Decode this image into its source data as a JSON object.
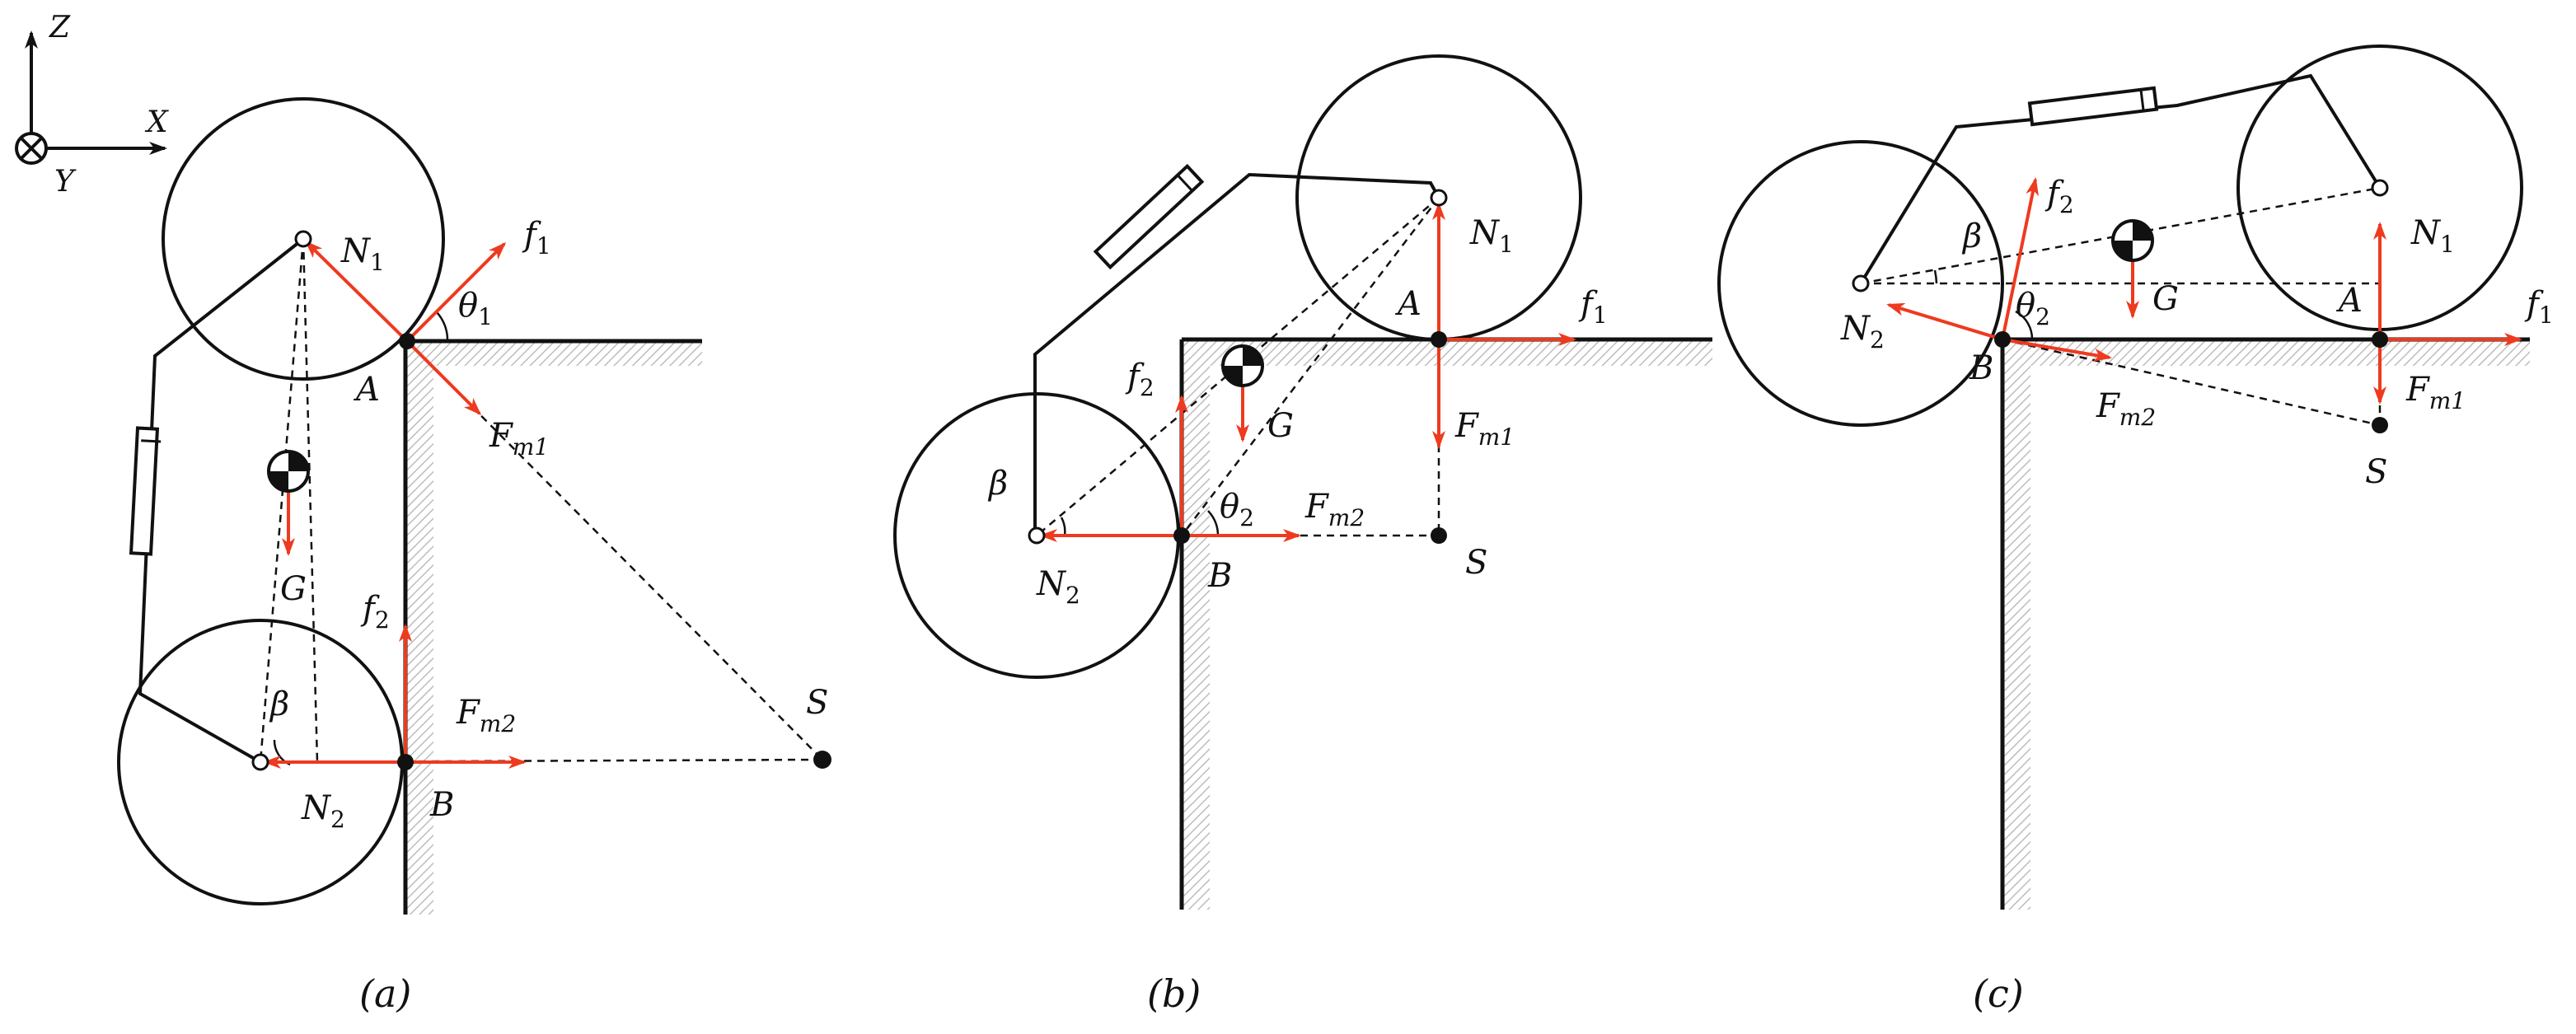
{
  "colors": {
    "force": "#ee3a1f",
    "ink": "#111111",
    "hatch": "#cfcfcf"
  },
  "axes": {
    "z": "Z",
    "x": "X",
    "y": "Y"
  },
  "panel_a": {
    "caption": "(a)",
    "wheel_top": "N",
    "wheel_top_sub": "1",
    "wheel_bottom": "N",
    "wheel_bottom_sub": "2",
    "contact_top": "A",
    "contact_bottom": "B",
    "friction_top": "f",
    "friction_top_sub": "1",
    "friction_bottom": "f",
    "friction_bottom_sub": "2",
    "magnet_top": "F",
    "magnet_top_sub": "m1",
    "magnet_bottom": "F",
    "magnet_bottom_sub": "m2",
    "angle_top": "θ",
    "angle_top_sub": "1",
    "joint_angle": "β",
    "gravity": "G",
    "point_s": "S"
  },
  "panel_b": {
    "caption": "(b)",
    "wheel_top": "N",
    "wheel_top_sub": "1",
    "wheel_bottom": "N",
    "wheel_bottom_sub": "2",
    "contact_top": "A",
    "contact_bottom": "B",
    "friction_top": "f",
    "friction_top_sub": "1",
    "friction_bottom": "f",
    "friction_bottom_sub": "2",
    "magnet_top": "F",
    "magnet_top_sub": "m1",
    "magnet_bottom": "F",
    "magnet_bottom_sub": "m2",
    "angle_bottom": "θ",
    "angle_bottom_sub": "2",
    "joint_angle": "β",
    "gravity": "G",
    "point_s": "S"
  },
  "panel_c": {
    "caption": "(c)",
    "wheel_top": "N",
    "wheel_top_sub": "1",
    "wheel_bottom": "N",
    "wheel_bottom_sub": "2",
    "contact_top": "A",
    "contact_bottom": "B",
    "friction_top": "f",
    "friction_top_sub": "1",
    "friction_bottom": "f",
    "friction_bottom_sub": "2",
    "magnet_top": "F",
    "magnet_top_sub": "m1",
    "magnet_bottom": "F",
    "magnet_bottom_sub": "m2",
    "angle_bottom": "θ",
    "angle_bottom_sub": "2",
    "joint_angle": "β",
    "gravity": "G",
    "point_s": "S"
  }
}
